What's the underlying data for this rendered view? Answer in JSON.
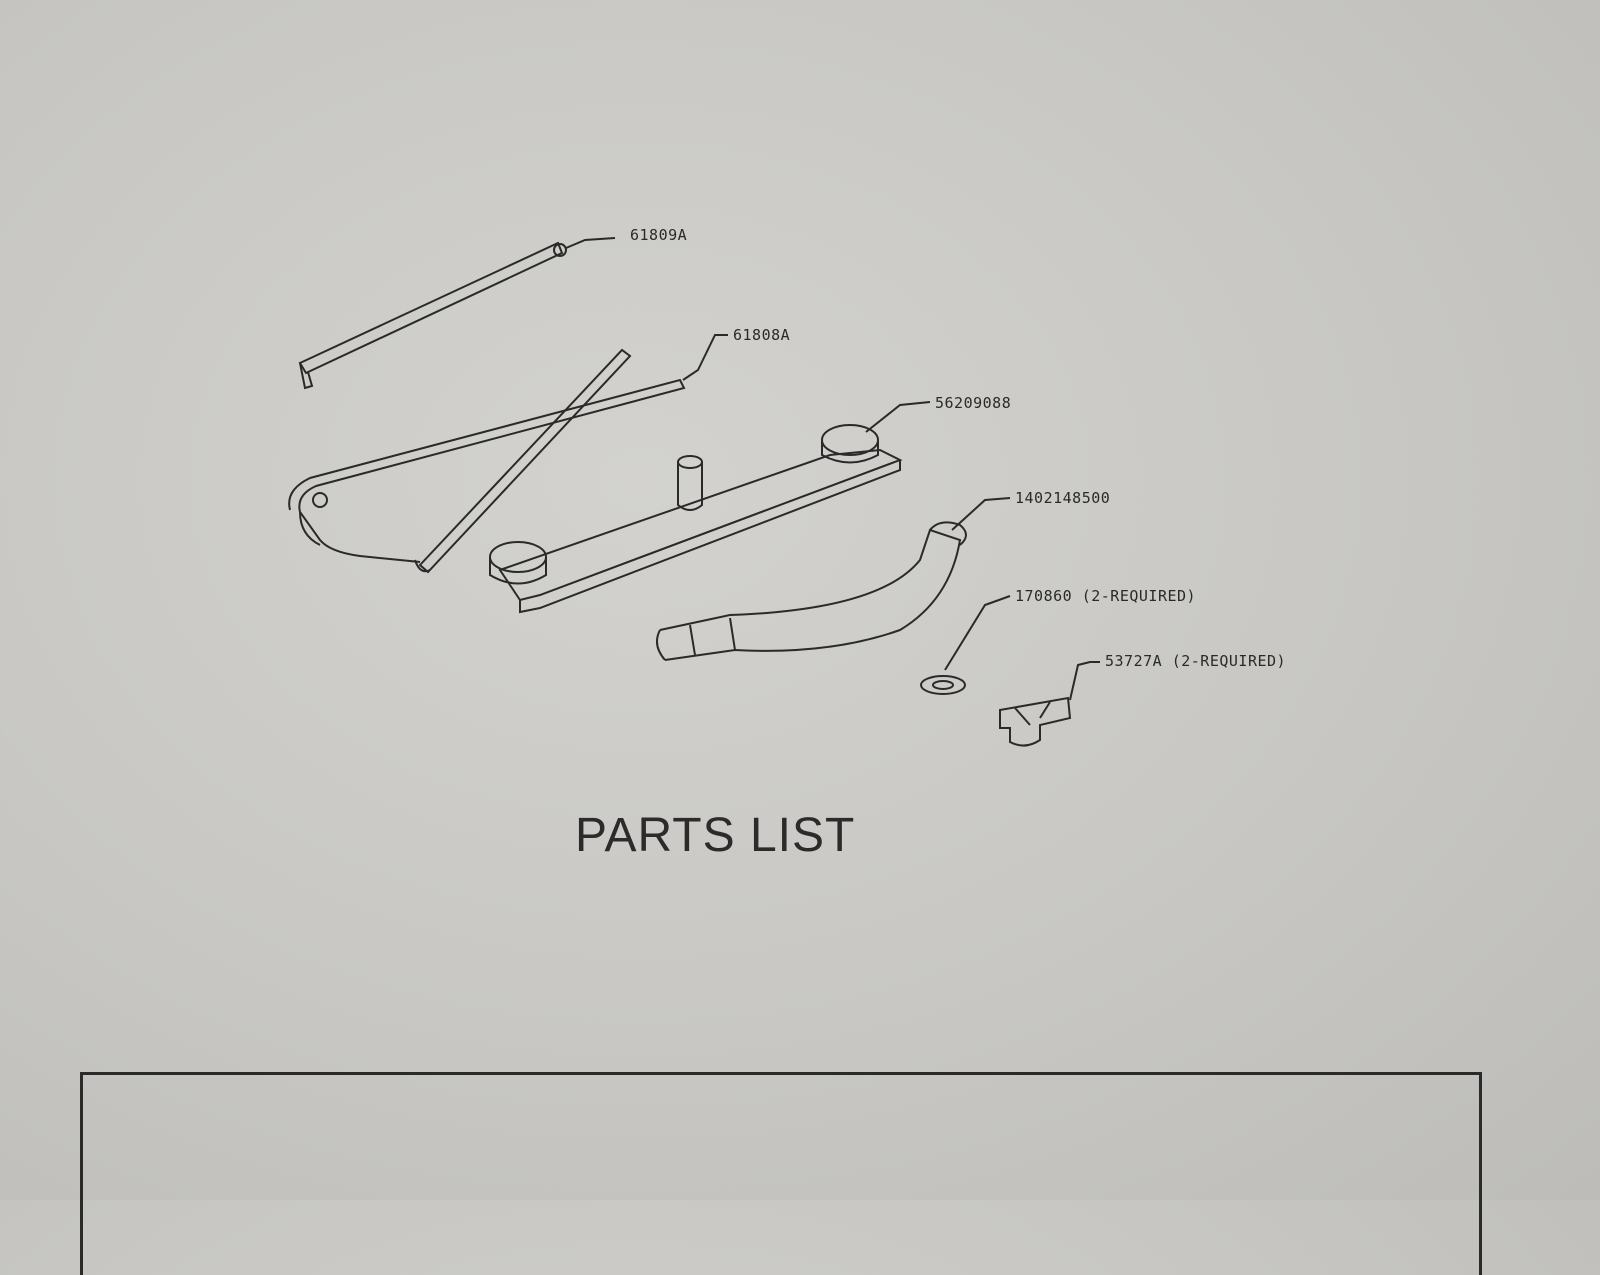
{
  "parts": [
    {
      "part_number": "61809A"
    },
    {
      "part_number": "61808A"
    },
    {
      "part_number": "56209088"
    },
    {
      "part_number": "1402148500"
    },
    {
      "part_number": "170860 (2-REQUIRED)"
    },
    {
      "part_number": "53727A (2-REQUIRED)"
    }
  ],
  "title": "PARTS LIST"
}
